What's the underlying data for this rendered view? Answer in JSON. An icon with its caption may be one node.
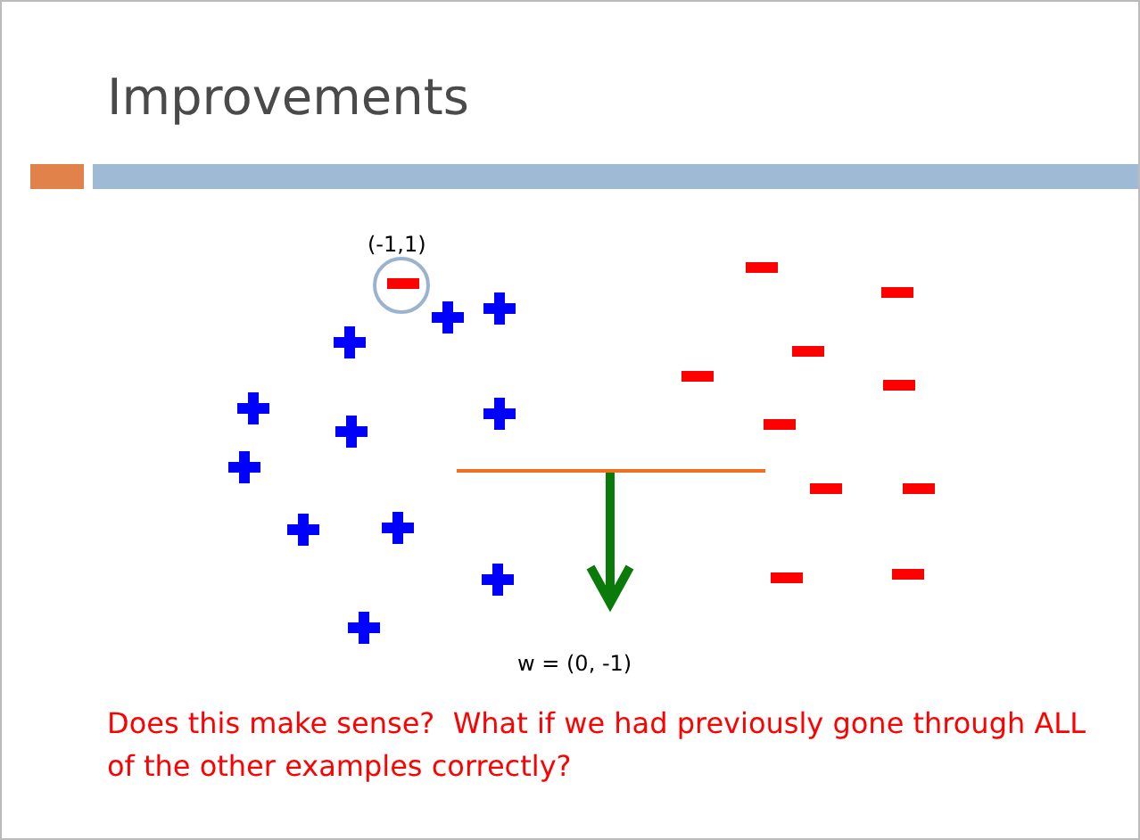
{
  "diagram": {
    "title": "Improvements",
    "labels": [
      "(-1,1)",
      "w = (0, -1)",
      "Does this make sense?  What if we had previously gone through ALL of the other examples correctly?"
    ]
  }
}
